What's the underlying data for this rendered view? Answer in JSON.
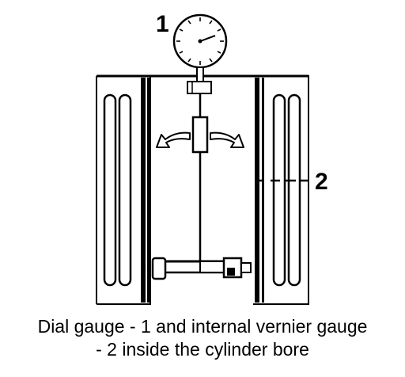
{
  "diagram": {
    "callout_1": "1",
    "callout_2": "2"
  },
  "caption": {
    "line1": "Dial gauge - 1 and internal vernier gauge",
    "line2": "- 2 inside the cylinder bore"
  }
}
